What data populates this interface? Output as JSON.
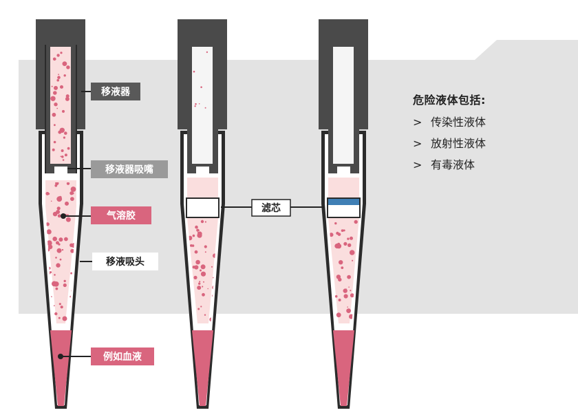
{
  "labels": {
    "pipette": "移液器",
    "nozzle": "移液器吸嘴",
    "aerosol": "气溶胶",
    "tip": "移液吸头",
    "blood": "例如血液",
    "filter": "滤芯"
  },
  "info": {
    "title": "危险液体包括:",
    "items": [
      {
        "arrow": ">",
        "text": "传染性液体"
      },
      {
        "arrow": ">",
        "text": "放射性液体"
      },
      {
        "arrow": ">",
        "text": "有毒液体"
      }
    ]
  },
  "colors": {
    "pipette_dark": "#4a4a4a",
    "label_dark_bg": "#595959",
    "label_mid_bg": "#9a9a9a",
    "aerosol_bg": "#d9657e",
    "liquid": "#d9657e",
    "aerosol_fill": "#fadede",
    "panel_bg": "#e3e3e3",
    "filter_blue": "#3f7fb5"
  }
}
